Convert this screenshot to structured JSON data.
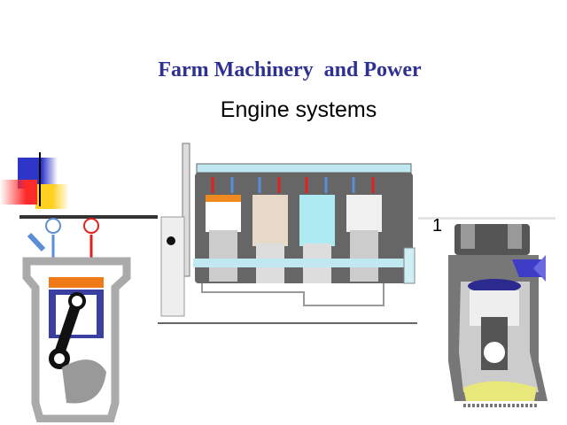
{
  "slide": {
    "title": "Farm Machinery  and Power",
    "subtitle": "Engine systems",
    "step_number": "1"
  },
  "colors": {
    "title": "#2e3192",
    "deco_blue": "#2e36c8",
    "deco_red": "#ff2a2a",
    "deco_yellow": "#ffd020",
    "intake": "#5a8fd8",
    "exhaust": "#e0201e"
  },
  "images": {
    "left": "single-cylinder-engine-cutaway",
    "center": "four-cylinder-engine-cutaway",
    "right": "cylinder-intake-stroke-cutaway"
  }
}
